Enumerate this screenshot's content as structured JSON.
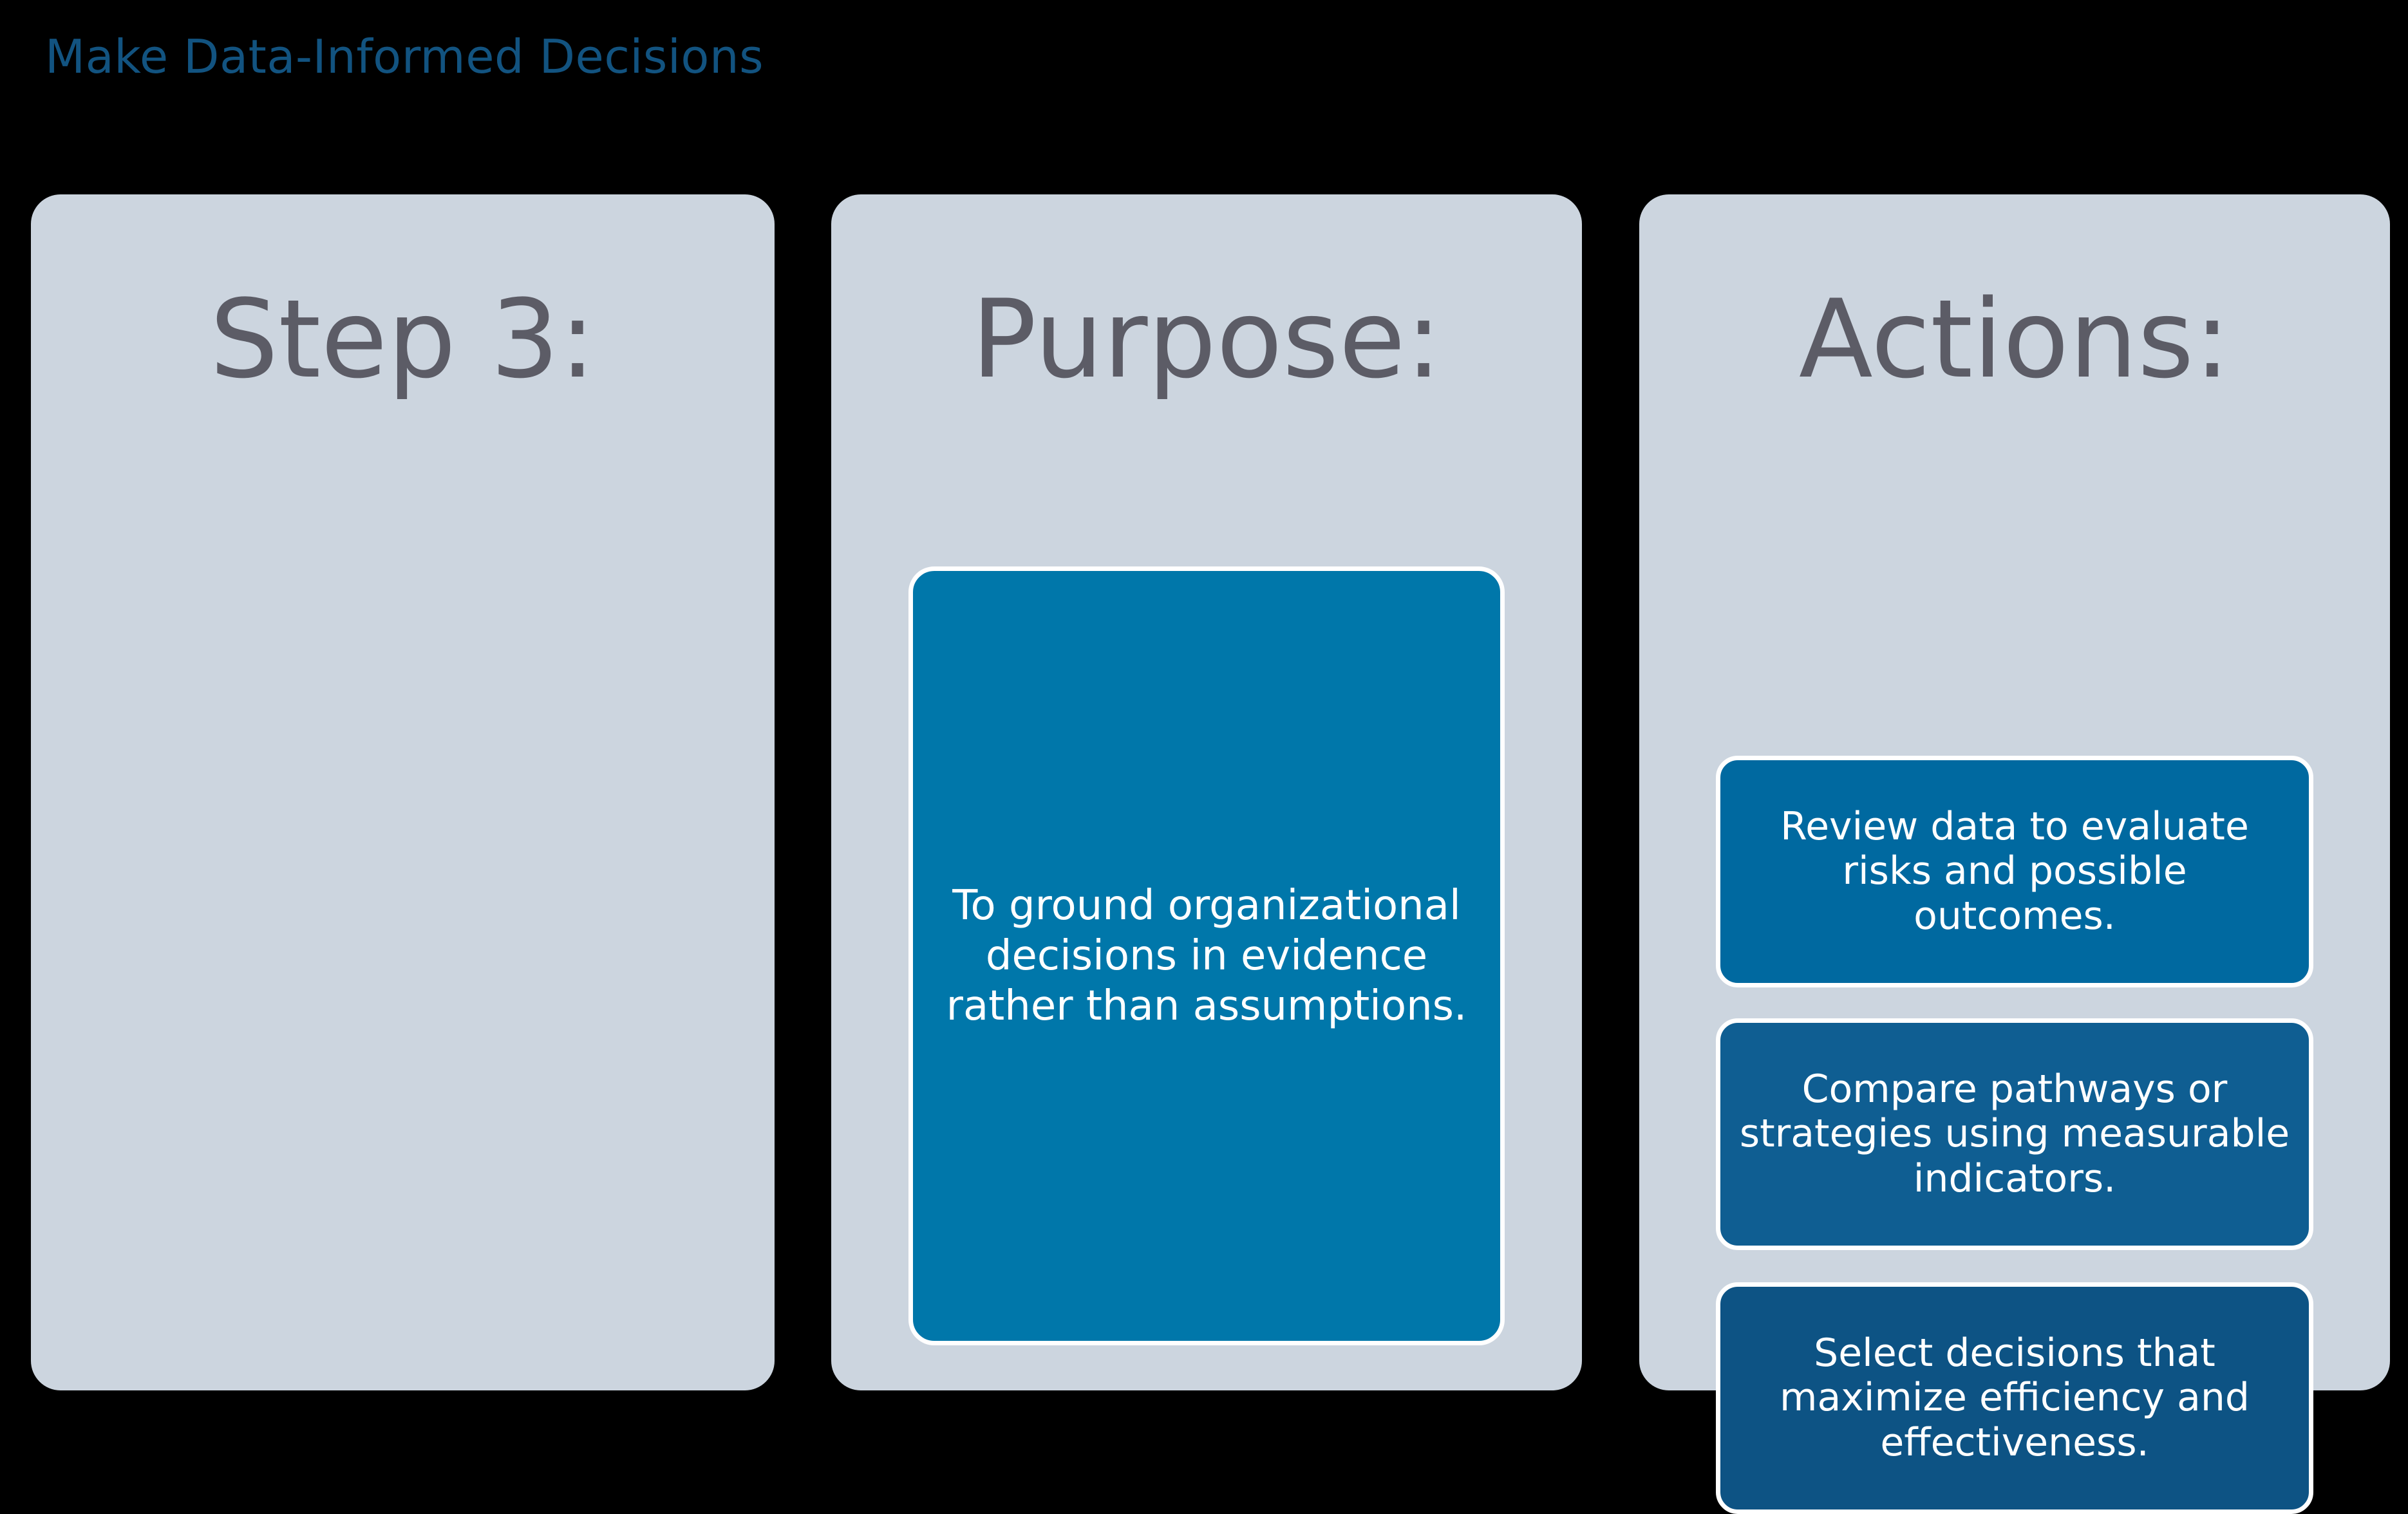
{
  "slide": {
    "title": "Make Data-Informed Decisions",
    "title_color": "#125380",
    "background_color": "#000000",
    "card_background_color": "#ccd5df",
    "heading_color": "#5c5c66"
  },
  "columns": [
    {
      "heading": "Step 3:",
      "kind": "step-label",
      "body": null
    },
    {
      "heading": "Purpose:",
      "kind": "purpose",
      "body": "To ground organizational decisions in evidence rather than assumptions.",
      "body_color": "#0077aa"
    },
    {
      "heading": "Actions:",
      "kind": "actions",
      "items": [
        {
          "text": "Review data to evaluate risks and possible outcomes.",
          "color": "#0069a0"
        },
        {
          "text": "Compare pathways or strategies using measurable indicators.",
          "color": "#0f5e92"
        },
        {
          "text": "Select decisions that maximize efficiency and effectiveness.",
          "color": "#0d5384"
        }
      ]
    }
  ]
}
